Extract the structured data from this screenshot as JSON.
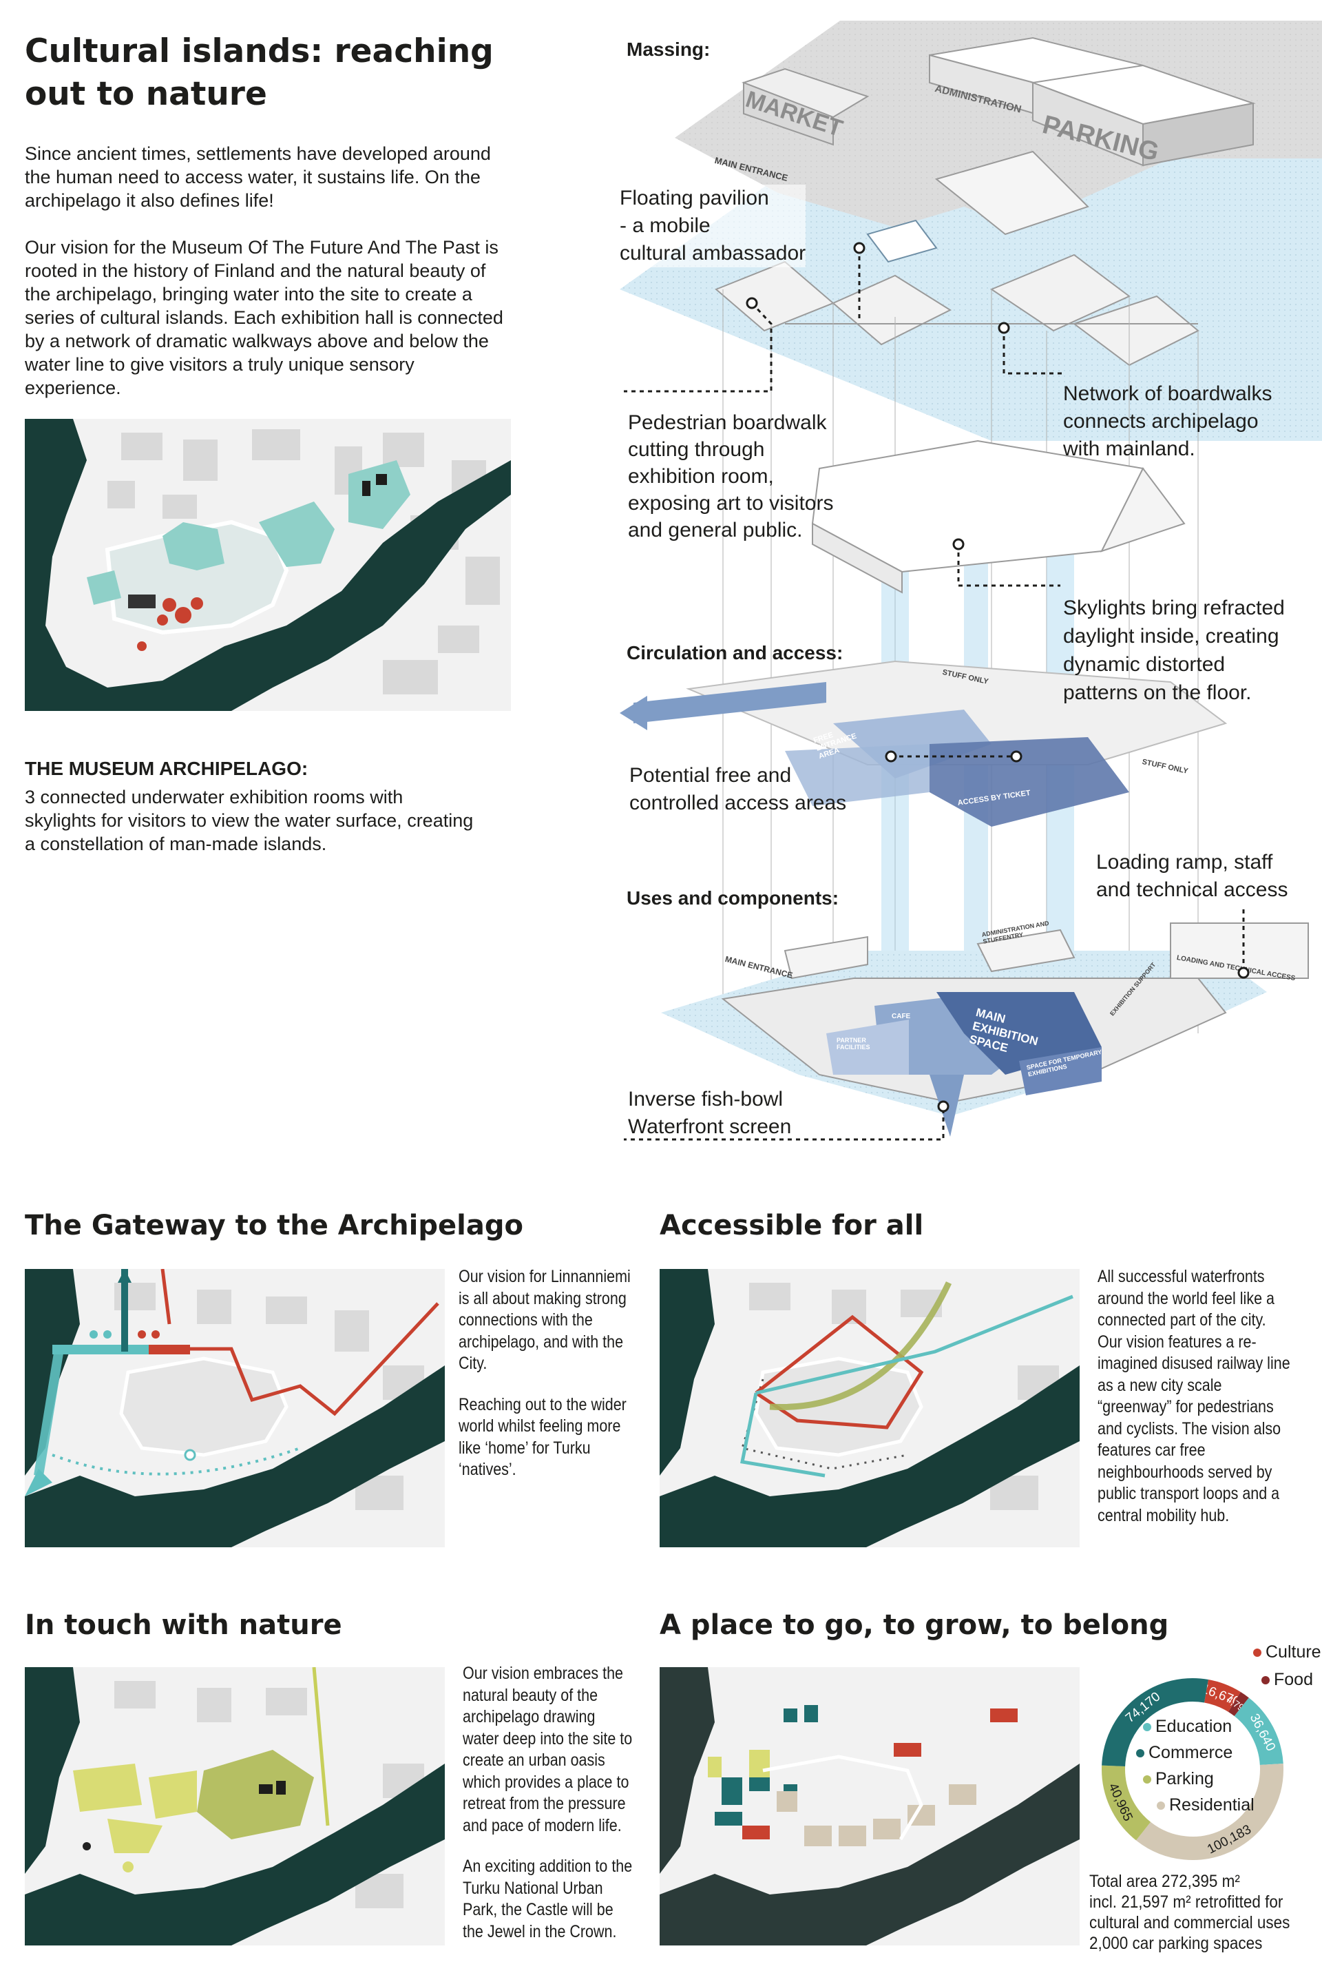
{
  "header": {
    "title_line1": "Cultural islands: reaching",
    "title_line2": "out to nature",
    "intro_p1": "Since ancient times, settlements have developed around the human need to access water, it sustains life. On the archipelago it also defines life!",
    "intro_p2": "Our vision for the Museum Of The Future And The Past is rooted in the history of Finland and the natural beauty of the archipelago, bringing water into the site to create a series of cultural islands.  Each exhibition hall is connected by a network of dramatic walkways above and below the water line to give visitors a truly unique sensory experience."
  },
  "archipelago": {
    "heading": "THE MUSEUM ARCHIPELAGO:",
    "text": "3 connected underwater exhibition rooms with skylights for visitors to view the water surface, creating a constellation of man-made islands."
  },
  "diagram": {
    "massing_label": "Massing:",
    "circulation_label": "Circulation and access:",
    "uses_label": "Uses and components:",
    "building_labels": {
      "market": "MARKET",
      "administration": "ADMINISTRATION",
      "parking": "PARKING",
      "main_entrance": "MAIN ENTRANCE",
      "stuff_only_1": "STUFF ONLY",
      "stuff_only_2": "STUFF ONLY",
      "free_entrance": "FREE ENTRANCE AREA",
      "access_by_ticket": "ACCESS BY TICKET",
      "main_entrance_2": "MAIN ENTRANCE",
      "admin_staff": "ADMINISTRATION AND STUFFENTRY",
      "loading": "LOADING AND TECHNICAL ACCESS",
      "main_exhibition": "MAIN EXHIBITION SPACE",
      "temporary": "SPACE FOR TEMPORARY EXHIBITIONS",
      "cafe": "CAFE",
      "partner": "PARTNER FACILITIES",
      "exhibition_support": "EXHIBITION SUPPORT"
    },
    "callouts": {
      "floating_l1": "Floating pavilion",
      "floating_l2": "- a mobile",
      "floating_l3": "cultural ambassador",
      "network_l1": "Network of boardwalks",
      "network_l2": "connects archipelago",
      "network_l3": "with mainland.",
      "pedestrian_l1": "Pedestrian boardwalk",
      "pedestrian_l2": "cutting through",
      "pedestrian_l3": "exhibition room,",
      "pedestrian_l4": "exposing art to visitors",
      "pedestrian_l5": "and general public.",
      "skylights_l1": "Skylights bring refracted",
      "skylights_l2": "daylight inside, creating",
      "skylights_l3": "dynamic distorted",
      "skylights_l4": "patterns on the floor.",
      "access_l1": "Potential free and",
      "access_l2": "controlled access areas",
      "loading_l1": "Loading ramp, staff",
      "loading_l2": "and technical access",
      "fishbowl_l1": "Inverse fish-bowl",
      "fishbowl_l2": "Waterfront screen"
    }
  },
  "sections": {
    "gateway": {
      "title": "The Gateway to the Archipelago",
      "p1": "Our vision for Linnanniemi is all about making strong connections with the archipelago, and with the City.",
      "p2": "Reaching out to the wider world whilst feeling more like ‘home’ for Turku ‘natives’."
    },
    "accessible": {
      "title": "Accessible for all",
      "p1": "All successful waterfronts around the world feel like a connected part of the city. Our vision features a re-imagined disused railway line as a new city scale “greenway” for pedestrians and cyclists. The vision also features car free neighbourhoods served by public transport loops and a central mobility hub."
    },
    "nature": {
      "title": "In touch with nature",
      "p1": "Our vision embraces the natural beauty of the archipelago drawing water deep into the site to create an urban oasis which provides a place to retreat from the pressure and pace of modern life.",
      "p2": "An exciting addition to the Turku National Urban Park, the Castle will be the Jewel in the Crown."
    },
    "place": {
      "title": "A place to go, to grow, to belong",
      "total_line1": "Total area 272,395 m²",
      "total_line2": "incl. 21,597 m² retrofitted for",
      "total_line3": "cultural and commercial uses",
      "total_line4": "2,000 car parking spaces"
    }
  },
  "chart_data": {
    "type": "pie",
    "title": "",
    "legend_placement": "inside",
    "unit": "m²",
    "series": [
      {
        "name": "Culture",
        "value": 16670,
        "label": "16,670",
        "color": "#c8412f"
      },
      {
        "name": "Food",
        "value": 4795,
        "label": "4,795",
        "color": "#8a2b2b"
      },
      {
        "name": "Education",
        "value": 36640,
        "label": "36,640",
        "color": "#5fc0c0"
      },
      {
        "name": "Residential",
        "value": 100183,
        "label": "100,183",
        "color": "#d3c8b4"
      },
      {
        "name": "Parking",
        "value": 40965,
        "label": "40,965",
        "color": "#b5bf63"
      },
      {
        "name": "Commerce",
        "value": 74170,
        "label": "74,170",
        "color": "#1f6d6e"
      }
    ],
    "legend": [
      "Culture",
      "Food",
      "Education",
      "Commerce",
      "Parking",
      "Residential"
    ]
  }
}
